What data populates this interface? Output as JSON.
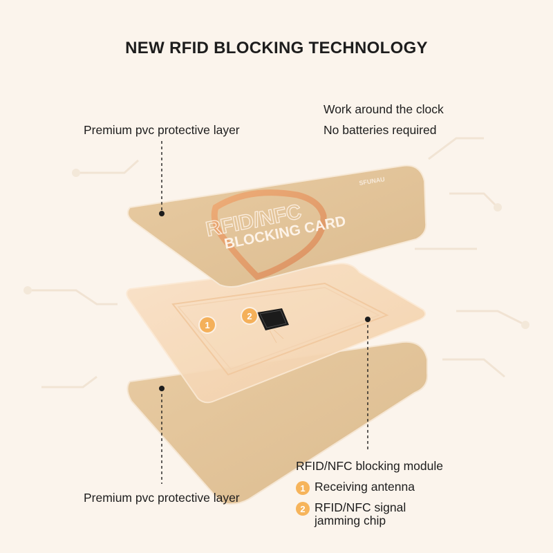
{
  "title": "NEW RFID BLOCKING TECHNOLOGY",
  "labels": {
    "top_layer": "Premium pvc protective layer",
    "bottom_layer": "Premium pvc protective layer",
    "module": "RFID/NFC blocking module"
  },
  "features": [
    "Work around the clock",
    "No batteries required"
  ],
  "legend": [
    {
      "num": "1",
      "text": "Receiving antenna"
    },
    {
      "num": "2",
      "text": "RFID/NFC signal jamming chip"
    }
  ],
  "card": {
    "brand": "SFUNAU",
    "line1": "RFID/NFC",
    "line2": "BLOCKING CARD"
  },
  "colors": {
    "background": "#fbf4ec",
    "card": "#e3c49b",
    "middle_layer": "#f7d9b8",
    "accent": "#f6b45b"
  },
  "icons": [
    "circuit-trace-decoration",
    "chip-icon"
  ]
}
